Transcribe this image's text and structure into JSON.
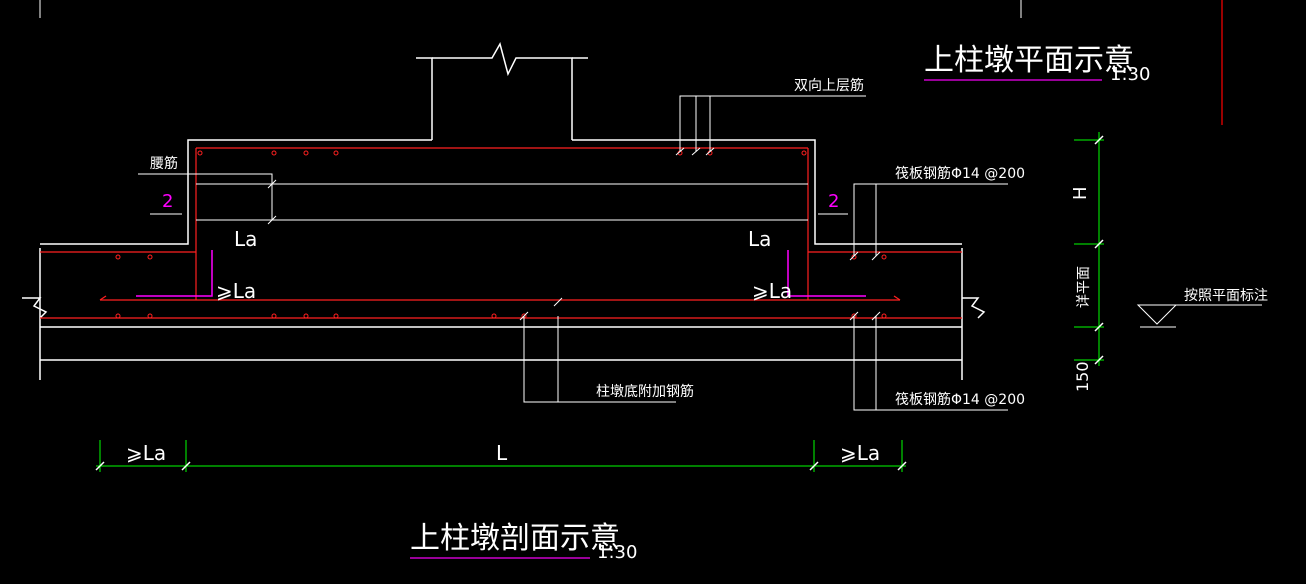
{
  "drawing": {
    "plan_title": "上柱墩平面示意",
    "plan_scale": "1:30",
    "section_title": "上柱墩剖面示意",
    "section_scale": "1:30"
  },
  "labels": {
    "top_bidirectional": "双向上层筋",
    "waist_bar": "腰筋",
    "raft_top_bar": "筏板钢筋Φ14 @200",
    "raft_bottom_bar": "筏板钢筋Φ14 @200",
    "pier_bottom_bar": "柱墩底附加钢筋",
    "per_plan": "按照平面标注"
  },
  "section_marks": {
    "left": "2",
    "right": "2"
  },
  "anchorage": {
    "la_left": "La",
    "la_right": "La",
    "ge_la_left": "⩾La",
    "ge_la_right": "⩾La"
  },
  "dimensions": {
    "bottom_left": "⩾La",
    "bottom_middle": "L",
    "bottom_right": "⩾La",
    "vertical_h": "H",
    "vertical_raft": "详平面",
    "vertical_150": "150"
  },
  "colors": {
    "background": "#000000",
    "outline": "#ffffff",
    "rebar": "#ff2020",
    "dimension": "#00ff00",
    "title_underline": "#cc00cc",
    "section_mark": "#ff00ff",
    "anchor_hook": "#ff00ff",
    "plan_frame": "#cc0000"
  }
}
